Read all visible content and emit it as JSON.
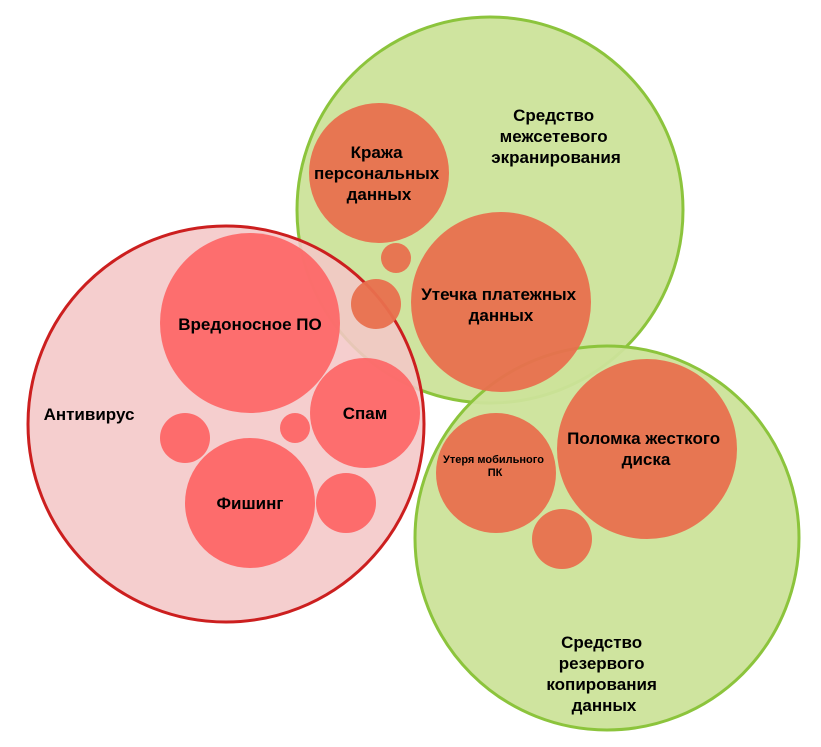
{
  "colors": {
    "green_fill": "#cce39a",
    "green_stroke": "#8cc43c",
    "pink_fill": "#f4c7c7",
    "red_stroke": "#cc1f1f",
    "red_bubble": "#fd6666",
    "orange_bubble": "#e8704e"
  },
  "groups": {
    "firewall": {
      "label_lines": [
        "Средство",
        "межсетевого",
        "экранирования"
      ]
    },
    "antivirus": {
      "label_lines": [
        "Антивирус"
      ]
    },
    "backup": {
      "label_lines": [
        "Средство",
        "резервого",
        "копирования",
        "данных"
      ]
    }
  },
  "threats": {
    "data_theft": {
      "label_lines": [
        "Кража",
        "персональных",
        "данных"
      ]
    },
    "payment_leak": {
      "label_lines": [
        "Утечка платежных",
        "данных"
      ]
    },
    "malware": {
      "label_lines": [
        "Вредоносное ПО"
      ]
    },
    "spam": {
      "label_lines": [
        "Спам"
      ]
    },
    "phishing": {
      "label_lines": [
        "Фишинг"
      ]
    },
    "disk_failure": {
      "label_lines": [
        "Поломка жесткого",
        "диска"
      ]
    },
    "mobile_loss": {
      "label_lines": [
        "Утеря мобильного",
        "ПК"
      ]
    }
  }
}
